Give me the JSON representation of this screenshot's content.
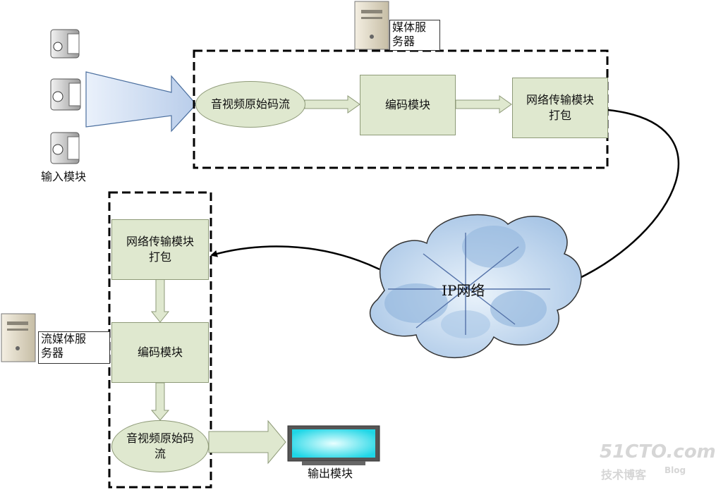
{
  "input_module": {
    "label": "输入模块"
  },
  "media_server": {
    "label_line1": "媒体服",
    "label_line2": "务器"
  },
  "top_pipeline": {
    "raw_stream": "音视频原始码流",
    "encoder": "编码模块",
    "net_line1": "网络传输模块",
    "net_line2": "打包"
  },
  "network": {
    "label": "IP网络"
  },
  "stream_server": {
    "label_line1": "流媒体服",
    "label_line2": "务器"
  },
  "bottom_pipeline": {
    "net_line1": "网络传输模块",
    "net_line2": "打包",
    "encoder": "编码模块",
    "raw_line1": "音视频原始码",
    "raw_line2": "流"
  },
  "output_module": {
    "label": "输出模块"
  },
  "watermark": {
    "site": "51CTO.com",
    "sub": "技术博客",
    "blog": "Blog"
  }
}
